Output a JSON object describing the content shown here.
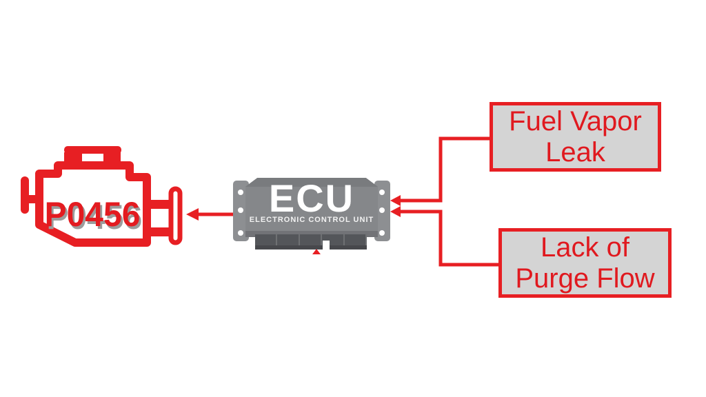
{
  "engine_indicator": {
    "code": "P0456"
  },
  "ecu": {
    "title": "ECU",
    "subtitle": "ELECTRONIC CONTROL UNIT"
  },
  "causes": [
    {
      "id": "fuel-vapor-leak",
      "lines": [
        "Fuel Vapor",
        "Leak"
      ]
    },
    {
      "id": "lack-of-purge-flow",
      "lines": [
        "Lack of",
        "Purge Flow"
      ]
    }
  ],
  "colors": {
    "red": "#e71f23",
    "code_red": "#e31b20",
    "code_shadow": "#9c9c9c",
    "box_background": "#d4d4d4",
    "ecu_body": "#85878a",
    "ecu_top_strip": "#797b7e",
    "ecu_tabs": "#8d8f92",
    "ecu_connector": "#54565a",
    "white": "#ffffff"
  }
}
